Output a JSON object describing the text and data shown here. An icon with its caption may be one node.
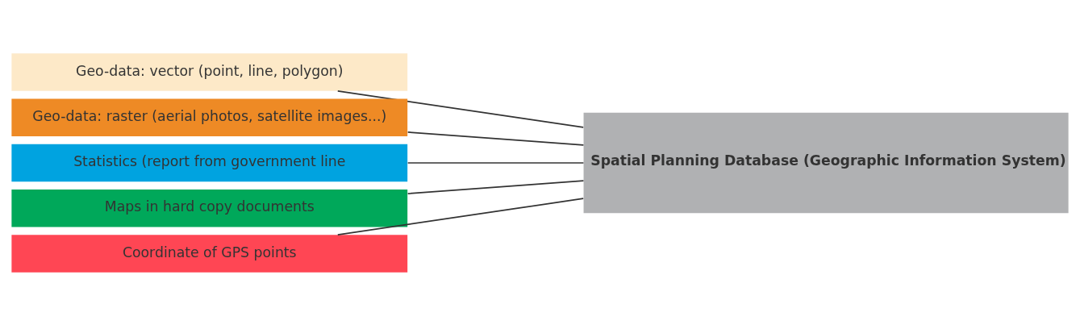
{
  "diagram": {
    "nodes": [
      {
        "text": [
          "Geo-data: vector (point, line, polygon)"
        ]
      },
      {
        "text": [
          "Geo-data: raster (aerial photos, satellite images...)"
        ]
      },
      {
        "text": [
          "Statistics (report from government line"
        ]
      },
      {
        "text": [
          "Maps in hard copy documents"
        ]
      },
      {
        "text": [
          "Coordinate of GPS points"
        ]
      },
      {
        "text": [
          "Spatial Planning Database (Geographic Information System)"
        ]
      }
    ],
    "edges": [
      {
        "from": 0,
        "to": 5,
        "arrow": "none"
      },
      {
        "from": 1,
        "to": 5,
        "arrow": "none"
      },
      {
        "from": 2,
        "to": 5,
        "arrow": "none"
      },
      {
        "from": 3,
        "to": 5,
        "arrow": "none"
      },
      {
        "from": 4,
        "to": 5,
        "arrow": "none"
      }
    ]
  }
}
